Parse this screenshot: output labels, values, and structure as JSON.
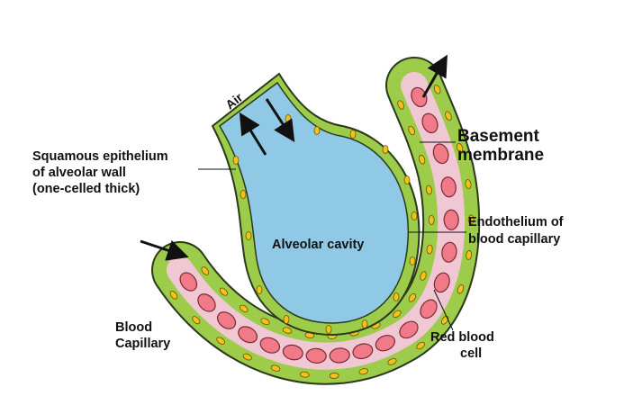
{
  "labels": {
    "air": "Air",
    "squamous_line1": "Squamous epithelium",
    "squamous_line2": "of alveolar wall",
    "squamous_line3": "(one-celled thick)",
    "basement_line1": "Basement",
    "basement_line2": "membrane",
    "endothelium_line1": "Endothelium of",
    "endothelium_line2": "blood capillary",
    "alveolar_cavity": "Alveolar cavity",
    "blood_line1": "Blood",
    "blood_line2": "Capillary",
    "rbc_line1": "Red blood",
    "rbc_line2": "cell"
  },
  "colors": {
    "alveolus_fill": "#8fc9e6",
    "epithelium": "#9ccc4a",
    "outline": "#2b3a1a",
    "nucleus": "#f2c21c",
    "capillary_lumen": "#f0c8d4",
    "red_blood_cell": "#f07a88"
  }
}
